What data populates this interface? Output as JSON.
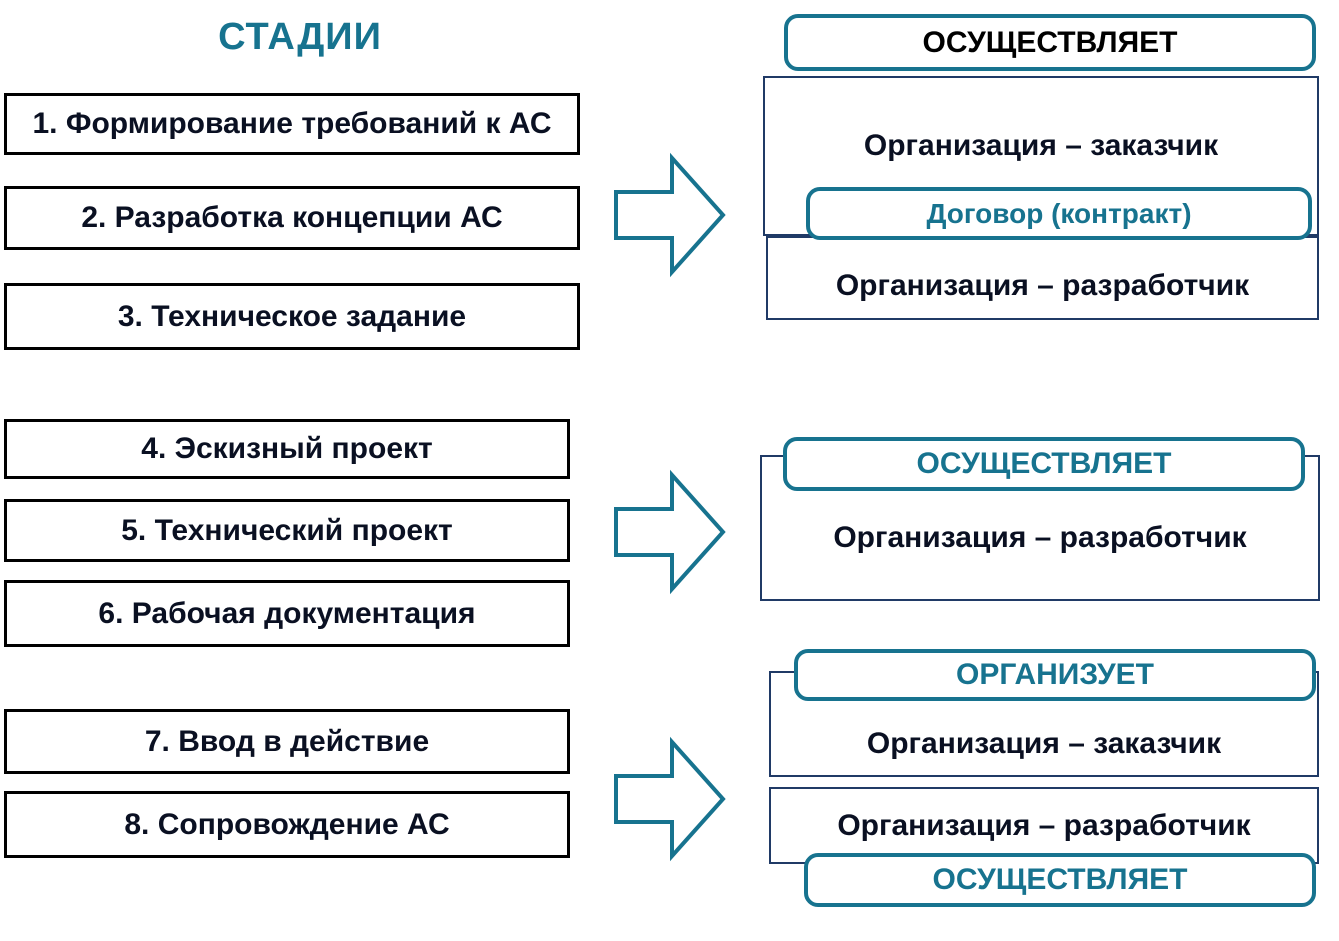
{
  "title": "СТАДИИ",
  "accent_color": "#17738F",
  "stages": [
    "1. Формирование требований к АС",
    "2. Разработка концепции АС",
    "3. Техническое задание",
    "4. Эскизный проект",
    "5. Технический проект",
    "6. Рабочая документация",
    "7. Ввод в действие",
    "8. Сопровождение АС"
  ],
  "group1": {
    "header": "ОСУЩЕСТВЛЯЕТ",
    "customer": "Организация – заказчик",
    "contract": "Договор (контракт)",
    "developer": "Организация – разработчик"
  },
  "group2": {
    "header": "ОСУЩЕСТВЛЯЕТ",
    "developer": "Организация – разработчик"
  },
  "group3": {
    "header": "ОРГАНИЗУЕТ",
    "customer": "Организация – заказчик",
    "developer": "Организация – разработчик",
    "footer": "ОСУЩЕСТВЛЯЕТ"
  }
}
